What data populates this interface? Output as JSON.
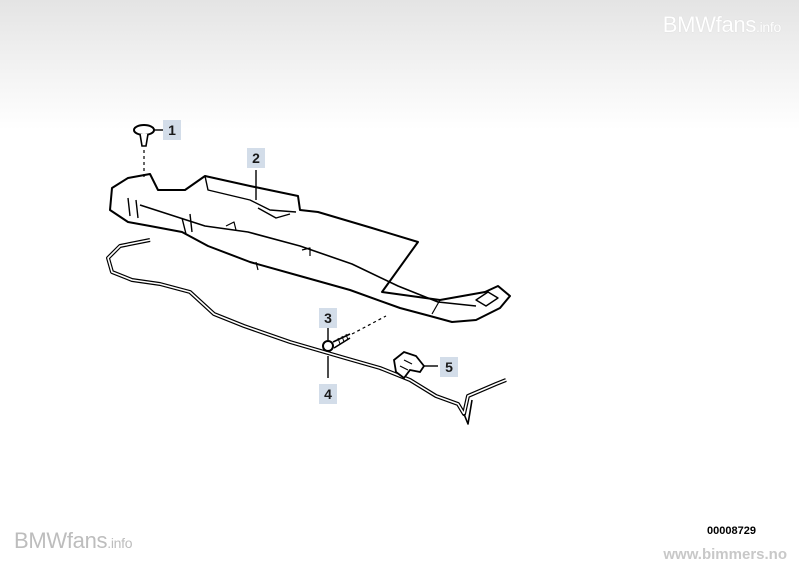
{
  "watermark": {
    "brand": "BMWfans",
    "suffix": ".info"
  },
  "callouts": [
    {
      "label": "1"
    },
    {
      "label": "2"
    },
    {
      "label": "3"
    },
    {
      "label": "4"
    },
    {
      "label": "5"
    }
  ],
  "diagram_code": "00008729",
  "source_url": "www.bimmers.no",
  "colors": {
    "callout_background": "#d3dde9",
    "line_art": "#000000",
    "watermark_bottom": "#bdbdbd"
  }
}
